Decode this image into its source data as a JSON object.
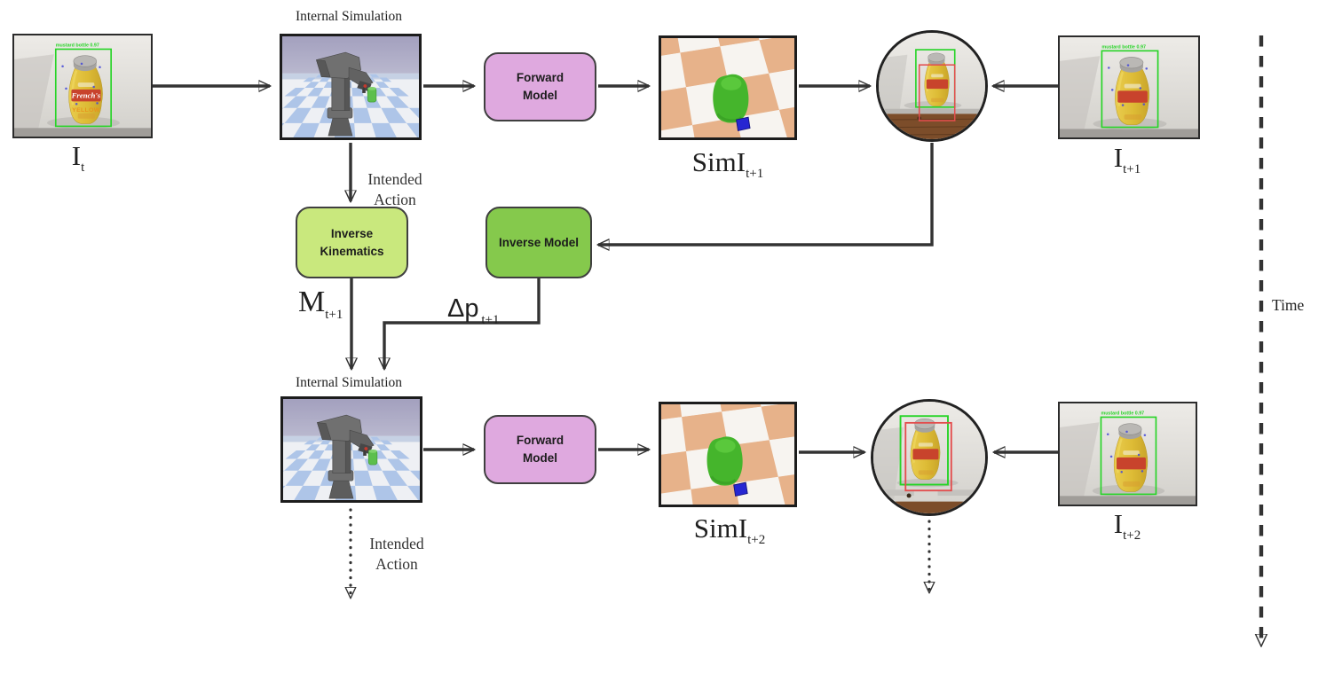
{
  "colors": {
    "arrow": "#333333",
    "forwardFill": "#dfa9df",
    "ikFill": "#c9e87d",
    "imFill": "#85c94c",
    "boxBorder": "#3f3f3f",
    "frameDark": "#1c1c1c",
    "bboxGreen": "#27d427",
    "bboxRed": "#e34d4d",
    "detGreen": "#25d425",
    "skyTop": "#a3a0be",
    "skyBottom": "#b9b8ce",
    "floorBlue": "#aec5e8",
    "floorWhite": "#eef0f4",
    "tan": "#e7b28a",
    "tanWhite": "#f7f4f0",
    "wood": "#7c4d2a"
  },
  "nodes": {
    "internal_simulation_1": {
      "title": "Internal Simulation"
    },
    "internal_simulation_2": {
      "title": "Internal Simulation"
    },
    "forward_model_1": {
      "label": "Forward Model"
    },
    "forward_model_2": {
      "label": "Forward Model"
    },
    "inverse_kinematics": {
      "label": "Inverse Kinematics"
    },
    "inverse_model": {
      "label": "Inverse Model"
    }
  },
  "image_labels": {
    "i_t": {
      "base": "I",
      "sub": "t"
    },
    "sim_i_t1": {
      "base": "SimI",
      "sub": "t+1"
    },
    "i_t1": {
      "base": "I",
      "sub": "t+1"
    },
    "sim_i_t2": {
      "base": "SimI",
      "sub": "t+2"
    },
    "i_t2": {
      "base": "I",
      "sub": "t+2"
    }
  },
  "edge_labels": {
    "intended_action_1": "Intended Action",
    "intended_action_2": "Intended Action",
    "m": {
      "base": "M",
      "sub": "t+1"
    },
    "delta_p": {
      "base": "Δp",
      "sub": "t+1"
    },
    "time": "Time"
  },
  "photo_content": {
    "detection_label": "mustard bottle 0.97",
    "bottle_brand": "French's",
    "bottle_text": "YELLOW"
  }
}
